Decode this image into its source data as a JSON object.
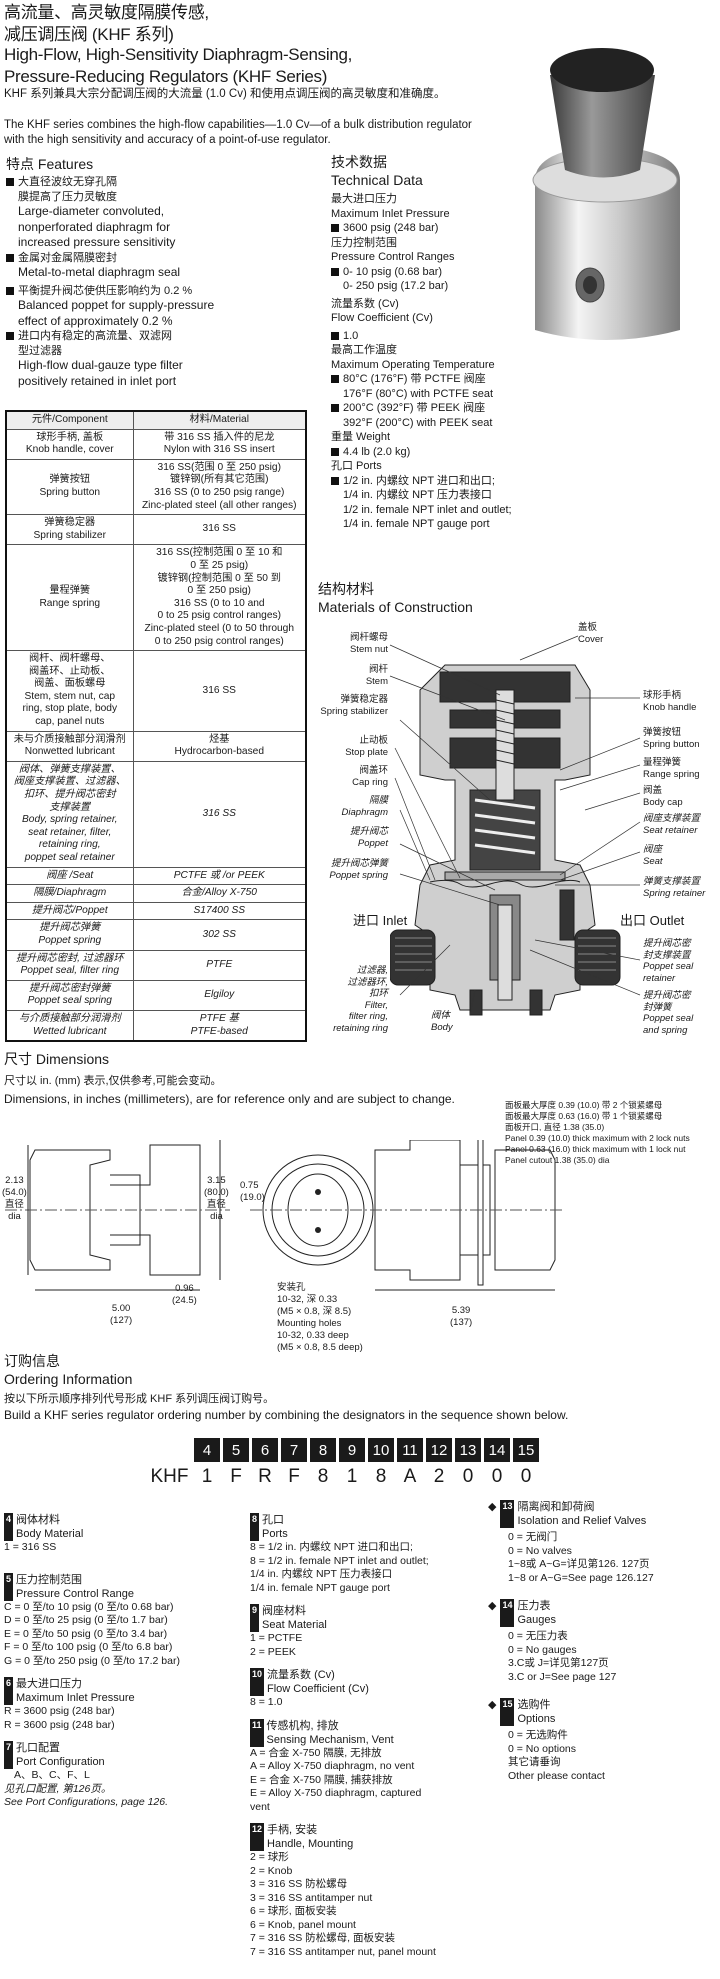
{
  "header": {
    "title_cn": "高流量、高灵敏度隔膜传感,\n减压调压阀 (KHF 系列)",
    "title_en": "High-Flow, High-Sensitivity Diaphragm-Sensing,\nPressure-Reducing Regulators (KHF Series)"
  },
  "intro": {
    "cn": "KHF 系列兼具大宗分配调压阀的大流量 (1.0 Cv) 和使用点调压阀的高灵敏度和准确度。",
    "en": "The KHF series combines the high-flow capabilities—1.0 Cv—of a bulk distribution regulator with the high sensitivity and accuracy of a point-of-use regulator."
  },
  "features": {
    "heading": "特点 Features",
    "items": [
      {
        "cn": "大直径波纹无穿孔隔\n膜提高了压力灵敏度",
        "en": "Large-diameter convoluted,\nnonperforated diaphragm for\nincreased pressure sensitivity"
      },
      {
        "cn": "金属对金属隔膜密封",
        "en": "Metal-to-metal diaphragm seal"
      },
      {
        "cn": "平衡提升阀芯使供压影响约为 0.2 %",
        "en": "Balanced poppet for supply-pressure\neffect of approximately 0.2 %"
      },
      {
        "cn": "进口内有稳定的高流量、双滤网\n型过滤器",
        "en": "High-flow dual-gauze type filter\npositively retained in inlet port"
      }
    ]
  },
  "tech": {
    "heading_cn": "技术数据",
    "heading_en": "Technical Data",
    "inlet_label": "最大进口压力\nMaximum Inlet Pressure",
    "inlet_value": "3600 psig (248 bar)",
    "range_label": "压力控制范围\nPressure Control Ranges",
    "range_value": "0- 10 psig (0.68 bar)\n  0- 250 psig (17.2 bar)",
    "cv_label": "流量系数 (Cv)\nFlow Coefficient (Cv)",
    "cv_value": "1.0",
    "temp_label": "最高工作温度\nMaximum Operating Temperature",
    "temp_value1": "80°C (176°F) 带 PCTFE 阀座\n  176°F (80°C) with PCTFE seat",
    "temp_value2": "200°C (392°F) 带 PEEK 阀座\n  392°F (200°C) with PEEK seat",
    "weight_label": "重量 Weight",
    "weight_value": "4.4 lb (2.0 kg)",
    "ports_label": "孔口 Ports",
    "ports_value": "1/2 in. 内螺纹 NPT 进口和出口;\n  1/4 in. 内螺纹 NPT 压力表接口\n  1/2 in. female NPT inlet and outlet;\n  1/4 in. female NPT gauge port"
  },
  "materials_table": {
    "headers": [
      "元件/Component",
      "材料/Material"
    ],
    "rows": [
      [
        "球形手柄, 盖板\nKnob handle, cover",
        "带 316 SS 插入件的尼龙\nNylon with 316 SS insert"
      ],
      [
        "弹簧按钮\nSpring button",
        "316 SS(范围 0 至 250 psig)\n镀锌钢(所有其它范围)\n316 SS (0 to 250 psig range)\nZinc-plated steel (all other ranges)"
      ],
      [
        "弹簧稳定器\nSpring stabilizer",
        "316 SS"
      ],
      [
        "量程弹簧\nRange spring",
        "316 SS(控制范围 0 至 10 和\n0 至 25 psig)\n镀锌钢(控制范围 0 至 50 到\n0 至 250 psig)\n316 SS (0 to 10 and\n0 to 25 psig control ranges)\nZinc-plated steel (0 to 50 through\n0 to 250 psig control ranges)"
      ],
      [
        "阀杆、阀杆螺母、\n阀盖环、止动板、\n阀盖、面板螺母\nStem, stem nut, cap\nring, stop plate, body\ncap, panel nuts",
        "316 SS"
      ],
      [
        "未与介质接触部分润滑剂\nNonwetted lubricant",
        "烃基\nHydrocarbon-based"
      ],
      [
        "阀体、弹簧支撑装置、\n阀座支撑装置、过滤器、\n扣环、提升阀芯密封\n支撑装置\nBody, spring retainer,\nseat retainer, filter,\nretaining ring,\npoppet seal retainer",
        "316 SS"
      ],
      [
        "阀座 /Seat",
        "PCTFE 或 /or PEEK"
      ],
      [
        "隔膜/Diaphragm",
        "合金/Alloy X-750"
      ],
      [
        "提升阀芯/Poppet",
        "S17400 SS"
      ],
      [
        "提升阀芯弹簧\nPoppet spring",
        "302 SS"
      ],
      [
        "提升阀芯密封, 过滤器环\nPoppet seal, filter ring",
        "PTFE"
      ],
      [
        "提升阀芯密封弹簧\nPoppet seal spring",
        "Elgiloy"
      ],
      [
        "与介质接触部分润滑剂\nWetted lubricant",
        "PTFE 基\nPTFE-based"
      ]
    ]
  },
  "construction": {
    "heading_cn": "结构材料",
    "heading_en": "Materials of Construction",
    "labels": {
      "cover": "盖板\nCover",
      "stem_nut": "阀杆螺母\nStem nut",
      "stem": "阀杆\nStem",
      "spring_stabilizer": "弹簧稳定器\nSpring stabilizer",
      "stop_plate": "止动板\nStop plate",
      "cap_ring": "阀盖环\nCap ring",
      "diaphragm": "隔膜\nDiaphragm",
      "poppet": "提升阀芯\nPoppet",
      "poppet_spring": "提升阀芯弹簧\nPoppet spring",
      "inlet": "进口 Inlet",
      "filter": "过滤器,\n过滤器环,\n扣环\nFilter,\nfilter ring,\nretaining ring",
      "body": "阀体\nBody",
      "knob_handle": "球形手柄\nKnob handle",
      "spring_button": "弹簧按钮\nSpring button",
      "range_spring": "量程弹簧\nRange spring",
      "body_cap": "阀盖\nBody cap",
      "seat_retainer": "阀座支撑装置\nSeat retainer",
      "seat": "阀座\nSeat",
      "spring_retainer": "弹簧支撑装置\nSpring retainer",
      "outlet": "出口 Outlet",
      "poppet_seal_retainer": "提升阀芯密\n封支撑装置\nPoppet seal\nretainer",
      "poppet_seal_spring": "提升阀芯密\n封弹簧\nPoppet seal\nand spring"
    }
  },
  "dimensions": {
    "heading": "尺寸 Dimensions",
    "note_cn": "尺寸以 in. (mm) 表示,仅供参考,可能会变动。",
    "note_en": "Dimensions, in inches (millimeters), are for reference only and are subject to change.",
    "panel_note": "面板最大厚度 0.39 (10.0) 带 2 个锁紧螺母\n面板最大厚度 0.63 (16.0) 带 1 个锁紧螺母\n面板开口, 直径 1.38 (35.0)\nPanel 0.39 (10.0) thick maximum with 2 lock nuts\nPanel 0.63 (16.0) thick maximum with 1 lock nut\nPanel cutout 1.38 (35.0) dia",
    "d_213": "2.13\n(54.0)\n直径\ndia",
    "d_315": "3.15\n(80.0)\n直径\ndia",
    "d_075": "0.75\n(19.0)",
    "d_096": "0.96\n(24.5)",
    "d_500": "5.00\n(127)",
    "d_539": "5.39\n(137)",
    "mounting": "安装孔\n10-32, 深 0.33\n(M5 × 0.8, 深 8.5)\nMounting holes\n10-32, 0.33 deep\n(M5 × 0.8, 8.5 deep)"
  },
  "ordering": {
    "heading_cn": "订购信息",
    "heading_en": "Ordering Information",
    "note_cn": "按以下所示顺序排列代号形成 KHF 系列调压阀订购号。",
    "note_en": "Build a KHF series regulator ordering number by combining the designators in the sequence shown below.",
    "prefix": "KHF",
    "positions": [
      "4",
      "5",
      "6",
      "7",
      "8",
      "9",
      "10",
      "11",
      "12",
      "13",
      "14",
      "15"
    ],
    "codes": [
      "1",
      "F",
      "R",
      "F",
      "8",
      "1",
      "8",
      "A",
      "2",
      "0",
      "0",
      "0"
    ],
    "sections": {
      "s4": {
        "num": "4",
        "title": "阀体材料\nBody Material",
        "values": "1 = 316 SS"
      },
      "s5": {
        "num": "5",
        "title": "压力控制范围\nPressure Control Range",
        "values": "C = 0 至/to 10 psig (0 至/to 0.68 bar)\nD = 0 至/to 25 psig (0 至/to 1.7 bar)\nE = 0 至/to 50 psig (0 至/to 3.4 bar)\nF = 0 至/to 100 psig (0 至/to 6.8 bar)\nG = 0 至/to 250 psig (0 至/to 17.2 bar)"
      },
      "s6": {
        "num": "6",
        "title": "最大进口压力\nMaximum Inlet Pressure",
        "values": "R = 3600 psig (248 bar)\nR = 3600 psig (248 bar)"
      },
      "s7": {
        "num": "7",
        "title": "孔口配置\nPort Configuration",
        "values": "A、B、C、F、L",
        "note": "见孔口配置, 第126页。\nSee Port Configurations, page 126."
      },
      "s8": {
        "num": "8",
        "title": "孔口\nPorts",
        "values": "8 = 1/2 in. 内螺纹 NPT 进口和出口;\n8 = 1/2 in. female NPT inlet and outlet;\n     1/4 in. 内螺纹 NPT 压力表接口\n     1/4 in. female NPT gauge port"
      },
      "s9": {
        "num": "9",
        "title": "阀座材料\nSeat Material",
        "values": "1 = PCTFE\n2 = PEEK"
      },
      "s10": {
        "num": "10",
        "title": "流量系数 (Cv)\nFlow Coefficient (Cv)",
        "values": "8 = 1.0"
      },
      "s11": {
        "num": "11",
        "title": "传感机构, 排放\nSensing Mechanism, Vent",
        "values": "A = 合金 X-750 隔膜, 无排放\nA = Alloy X-750 diaphragm, no vent\nE = 合金 X-750 隔膜, 捕获排放\nE = Alloy X-750 diaphragm, captured\n      vent"
      },
      "s12": {
        "num": "12",
        "title": "手柄, 安装\nHandle, Mounting",
        "values": "2 = 球形\n2 = Knob\n3 = 316 SS 防松螺母\n3 = 316 SS antitamper nut\n6 = 球形, 面板安装\n6 = Knob, panel mount\n7 = 316 SS 防松螺母, 面板安装\n7 = 316 SS antitamper nut, panel mount"
      },
      "s13": {
        "num": "13",
        "title": "隔离阀和卸荷阀\nIsolation and Relief Valves",
        "values": "0 = 无阀门\n0 = No valves\n1~8或 A~G=详见第126. 127页\n1~8 or A~G=See page 126.127"
      },
      "s14": {
        "num": "14",
        "title": "压力表\nGauges",
        "values": "0 = 无压力表\n0 = No gauges\n3.C或 J=详见第127页\n3.C or J=See page 127"
      },
      "s15": {
        "num": "15",
        "title": "选购件\nOptions",
        "values": "0 = 无选购件\n0 = No options\n其它请垂询\nOther please contact"
      }
    }
  },
  "colors": {
    "text": "#1a1a1a",
    "box": "#1a1a1a"
  }
}
